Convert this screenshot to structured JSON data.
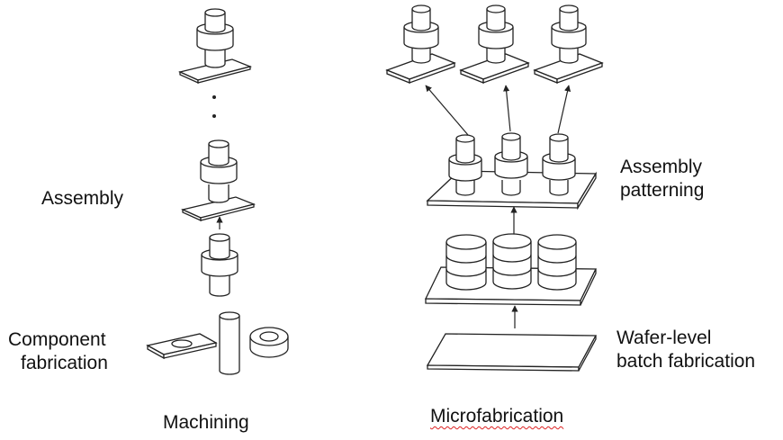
{
  "labels": {
    "assembly": "Assembly",
    "component_fabrication_line1": "Component",
    "component_fabrication_line2": "fabrication",
    "machining": "Machining",
    "microfabrication": "Microfabrication",
    "assembly_patterning_line1": "Assembly",
    "assembly_patterning_line2": "patterning",
    "wafer_level_line1": "Wafer-level",
    "wafer_level_line2": "batch fabrication"
  }
}
